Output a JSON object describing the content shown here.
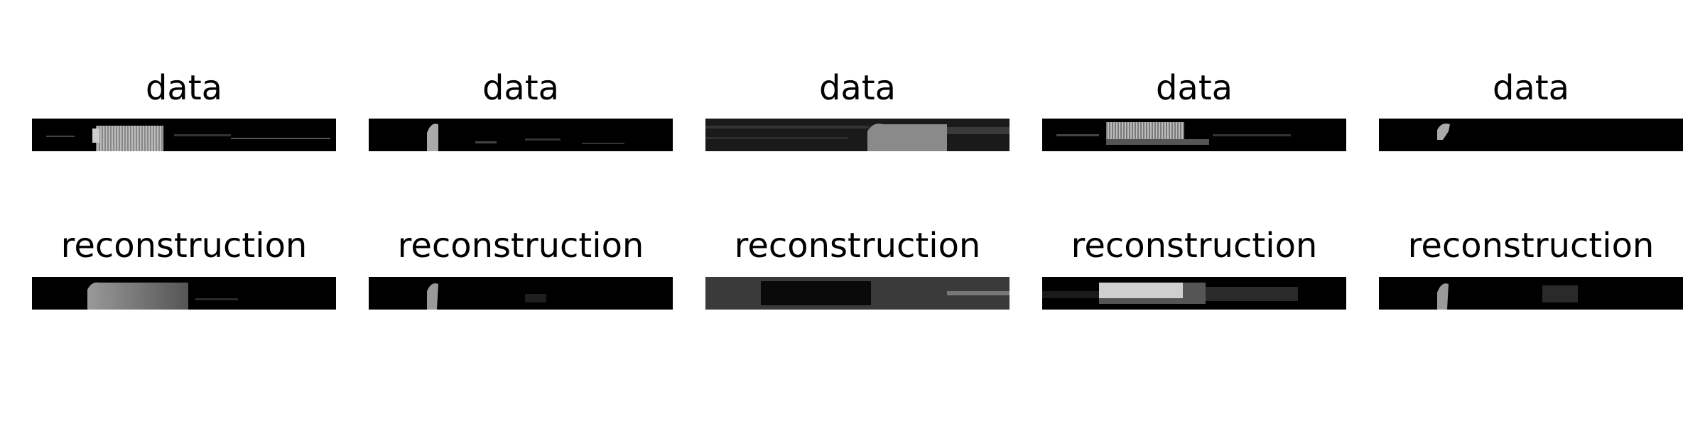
{
  "rows": [
    {
      "panels": [
        {
          "title": "data",
          "image": "data-spectrogram-1"
        },
        {
          "title": "data",
          "image": "data-spectrogram-2"
        },
        {
          "title": "data",
          "image": "data-spectrogram-3"
        },
        {
          "title": "data",
          "image": "data-spectrogram-4"
        },
        {
          "title": "data",
          "image": "data-spectrogram-5"
        }
      ]
    },
    {
      "panels": [
        {
          "title": "reconstruction",
          "image": "reconstruction-spectrogram-1"
        },
        {
          "title": "reconstruction",
          "image": "reconstruction-spectrogram-2"
        },
        {
          "title": "reconstruction",
          "image": "reconstruction-spectrogram-3"
        },
        {
          "title": "reconstruction",
          "image": "reconstruction-spectrogram-4"
        },
        {
          "title": "reconstruction",
          "image": "reconstruction-spectrogram-5"
        }
      ]
    }
  ],
  "colors": {
    "background": "#ffffff",
    "image_background": "#000000",
    "text": "#000000"
  }
}
